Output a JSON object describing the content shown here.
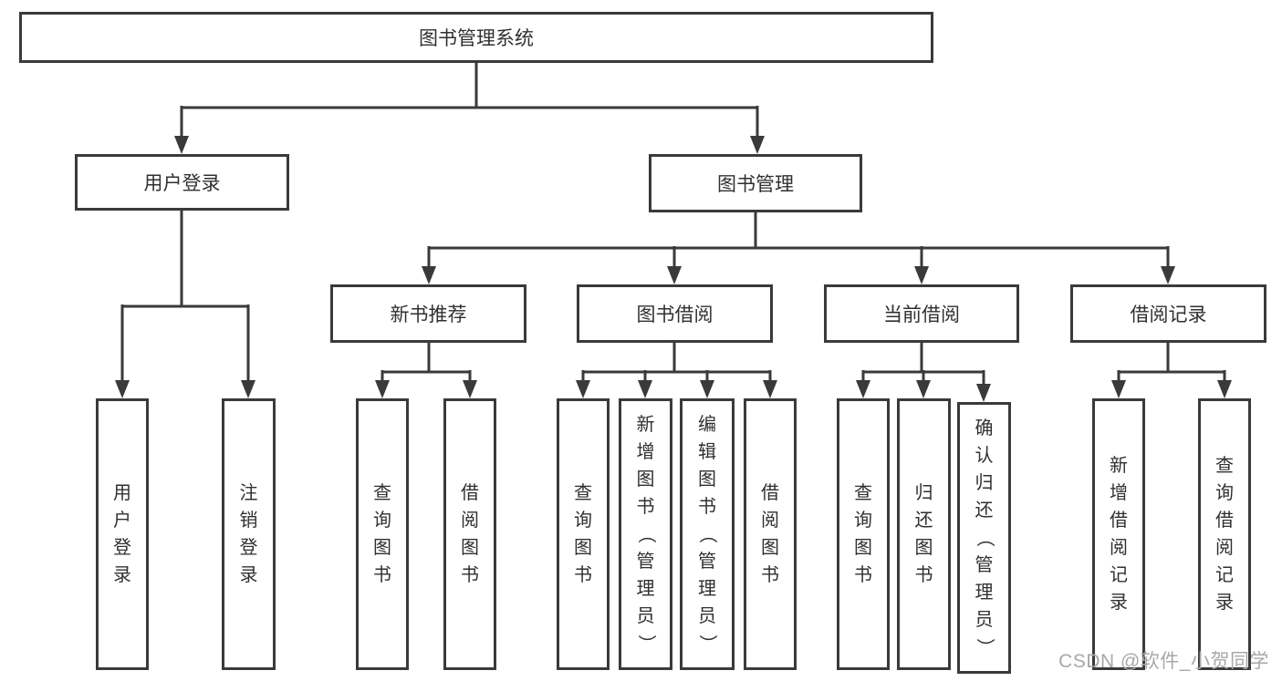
{
  "diagram": {
    "root": {
      "label": "图书管理系统",
      "children": [
        {
          "label": "用户登录",
          "children": [
            {
              "label": "用户登录"
            },
            {
              "label": "注销登录"
            }
          ]
        },
        {
          "label": "图书管理",
          "children": [
            {
              "label": "新书推荐",
              "children": [
                {
                  "label": "查询图书"
                },
                {
                  "label": "借阅图书"
                }
              ]
            },
            {
              "label": "图书借阅",
              "children": [
                {
                  "label": "查询图书"
                },
                {
                  "label": "新增图书（管理员）"
                },
                {
                  "label": "编辑图书（管理员）"
                },
                {
                  "label": "借阅图书"
                }
              ]
            },
            {
              "label": "当前借阅",
              "children": [
                {
                  "label": "查询图书"
                },
                {
                  "label": "归还图书"
                },
                {
                  "label": "确认归还（管理员）"
                }
              ]
            },
            {
              "label": "借阅记录",
              "children": [
                {
                  "label": "新增借阅记录"
                },
                {
                  "label": "查询借阅记录"
                }
              ]
            }
          ]
        }
      ]
    }
  },
  "watermark": "CSDN @软件_小贺同学"
}
